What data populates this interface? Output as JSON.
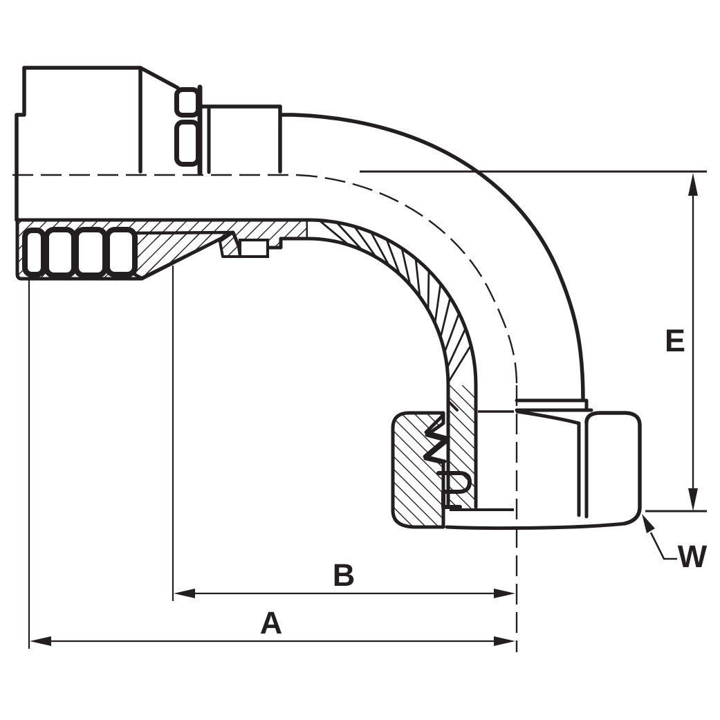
{
  "drawing": {
    "background_color": "#ffffff",
    "ink_color": "#231f20",
    "type": "technical-section-drawing",
    "subject": "90 degree elbow hose fitting with female swivel nut, half-section view"
  },
  "dimension_labels": {
    "A": "A",
    "B": "B",
    "E": "E",
    "W": "W"
  }
}
